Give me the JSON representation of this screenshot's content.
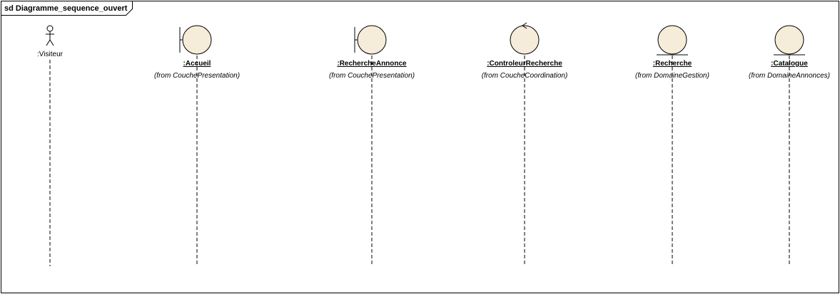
{
  "diagram": {
    "frame_label": "sd Diagramme_sequence_ouvert",
    "colors": {
      "fill": "#f5ecd9",
      "stroke": "#000000"
    },
    "lifelines": [
      {
        "kind": "actor",
        "name": ":Visiteur",
        "from": ""
      },
      {
        "kind": "boundary",
        "name": ":Accueil",
        "from": "(from CouchePresentation)"
      },
      {
        "kind": "boundary",
        "name": ":RechercheAnnonce",
        "from": "(from CouchePresentation)"
      },
      {
        "kind": "control",
        "name": ":ControleurRecherche",
        "from": "(from CoucheCoordination)"
      },
      {
        "kind": "entity",
        "name": ":Recherche",
        "from": "(from DomaineGestion)"
      },
      {
        "kind": "entity",
        "name": ":Catalogue",
        "from": "(from DomaineAnnonces)"
      }
    ]
  }
}
